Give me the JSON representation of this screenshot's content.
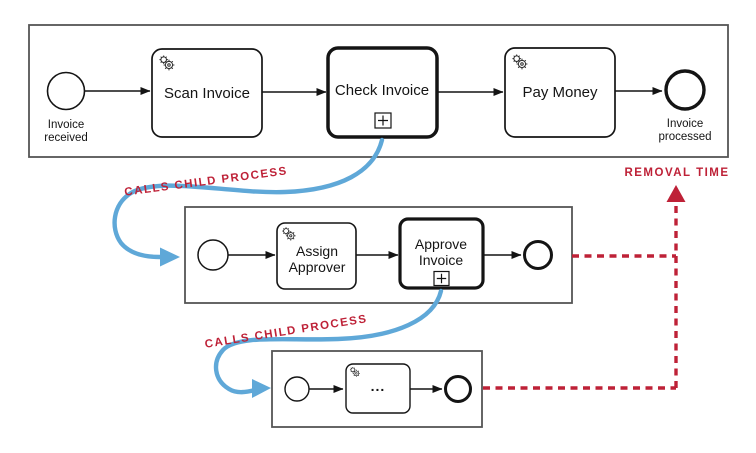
{
  "colors": {
    "annotation_red": "#BE2137",
    "arrow_blue": "#5FA8D8",
    "shape_stroke": "#141414",
    "frame_stroke": "#555555",
    "background": "#ffffff"
  },
  "main_process": {
    "start_event_label": [
      "Invoice",
      "received"
    ],
    "scan_invoice": "Scan Invoice",
    "check_invoice": "Check Invoice",
    "pay_money": "Pay Money",
    "end_event_label": [
      "Invoice",
      "processed"
    ]
  },
  "child_process_1": {
    "assign_approver": [
      "Assign",
      "Approver"
    ],
    "approve_invoice": [
      "Approve",
      "Invoice"
    ]
  },
  "child_process_2": {
    "task_label": "..."
  },
  "annotations": {
    "calls_child_process_1": "CALLS CHILD PROCESS",
    "calls_child_process_2": "CALLS CHILD PROCESS",
    "removal_time": "REMOVAL TIME"
  }
}
